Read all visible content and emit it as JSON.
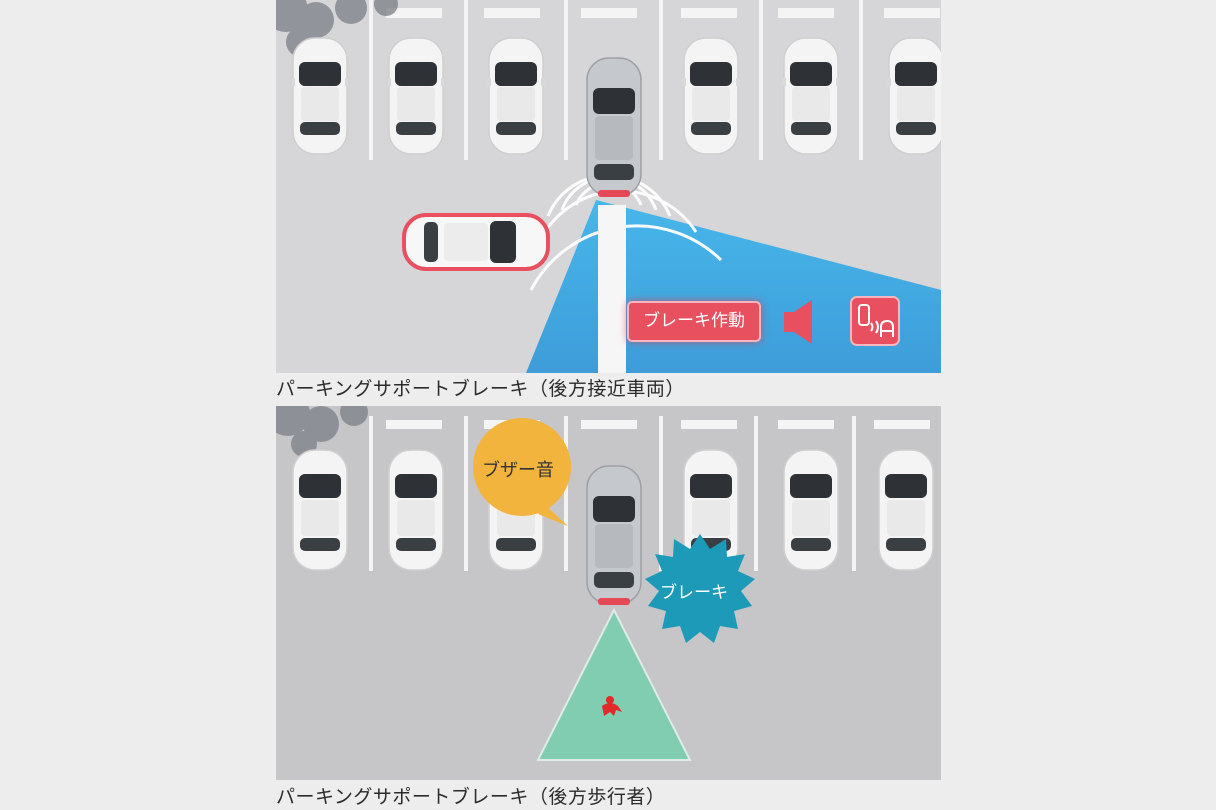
{
  "top_panel": {
    "caption": "パーキングサポートブレーキ（後方接近車両）",
    "brake_indicator_label": "ブレーキ作動",
    "icons": [
      "speaker-icon",
      "parking-sensor-icon"
    ],
    "colors": {
      "sensor_wave": "#1fa6e6",
      "warning": "#e8505f"
    }
  },
  "bottom_panel": {
    "caption": "パーキングサポートブレーキ（後方歩行者）",
    "buzzer_bubble_label": "ブザー音",
    "brake_burst_label": "ブレーキ",
    "colors": {
      "buzzer_bubble": "#f2b43c",
      "brake_burst": "#1d9ab8",
      "detection_zone": "#63d0a8",
      "pedestrian": "#e32a2a"
    }
  }
}
